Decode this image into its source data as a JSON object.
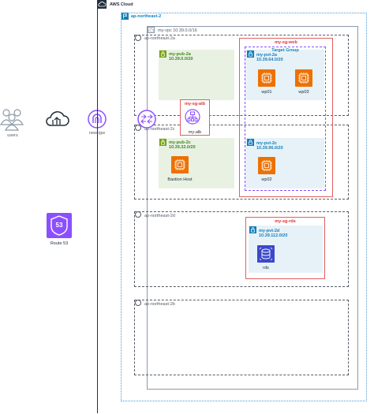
{
  "aws_cloud": {
    "label": "AWS Cloud"
  },
  "region": {
    "label": "ap-northeast-2"
  },
  "vpc": {
    "label": "my-vpc 10.39.0.0/16"
  },
  "azs": [
    {
      "label": "ap-northeast-2a"
    },
    {
      "label": "ap-northeast-2c"
    },
    {
      "label": "ap-northeast-2d"
    },
    {
      "label": "ap-northeast-2b"
    }
  ],
  "subnets": {
    "pub_2a": {
      "name": "my-pub-2a",
      "cidr": "10.39.0.0/20"
    },
    "pvt_2a": {
      "name": "my-pvt-2a",
      "cidr": "10.39.64.0/20"
    },
    "pub_2c": {
      "name": "my-pub-2c",
      "cidr": "10.39.32.0/20"
    },
    "pvt_2c": {
      "name": "my-pvt-2c",
      "cidr": "10.39.96.0/20"
    },
    "pvt_2d": {
      "name": "my-pvt-2d",
      "cidr": "10.39.112.0/20"
    }
  },
  "security_groups": {
    "web": "my-sg-web",
    "alb": "my-sg-alb",
    "rds": "my-sg-rds"
  },
  "target_group": {
    "label": "Target Group"
  },
  "nodes": {
    "users": "users",
    "igw": "new-igw",
    "alb": "my-alb",
    "wp01": "wp01",
    "wp03": "wp03",
    "wp02": "wp02",
    "bastion": "Bastion Host",
    "rds": "rds",
    "route53": "Route 53",
    "route53_badge": "53"
  },
  "colors": {
    "aws_dark": "#232f3e",
    "region_blue": "#147eba",
    "public_green": "#7aa116",
    "ec2_orange": "#ed7100",
    "rds_blue": "#3b48cc",
    "route53_purple": "#8c4fff",
    "sg_red": "#dd3333"
  }
}
